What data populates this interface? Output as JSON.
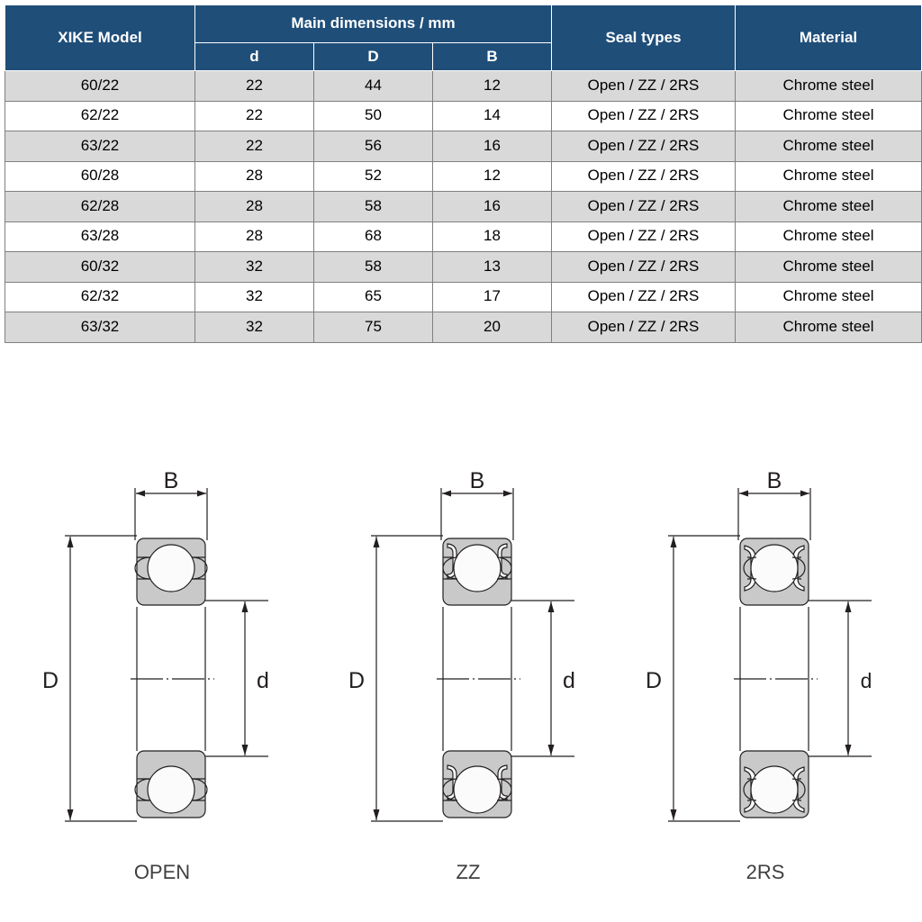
{
  "table": {
    "headers": {
      "model": "XIKE Model",
      "main_dimensions": "Main dimensions / mm",
      "d": "d",
      "D": "D",
      "B": "B",
      "seal_types": "Seal types",
      "material": "Material"
    },
    "header_bg": "#1f4e79",
    "header_fg": "#ffffff",
    "row_shade_bg": "#d9d9d9",
    "rows": [
      {
        "model": "60/22",
        "d": "22",
        "D": "44",
        "B": "12",
        "seal": "Open / ZZ / 2RS",
        "material": "Chrome steel"
      },
      {
        "model": "62/22",
        "d": "22",
        "D": "50",
        "B": "14",
        "seal": "Open / ZZ / 2RS",
        "material": "Chrome steel"
      },
      {
        "model": "63/22",
        "d": "22",
        "D": "56",
        "B": "16",
        "seal": "Open / ZZ / 2RS",
        "material": "Chrome steel"
      },
      {
        "model": "60/28",
        "d": "28",
        "D": "52",
        "B": "12",
        "seal": "Open / ZZ / 2RS",
        "material": "Chrome steel"
      },
      {
        "model": "62/28",
        "d": "28",
        "D": "58",
        "B": "16",
        "seal": "Open / ZZ / 2RS",
        "material": "Chrome steel"
      },
      {
        "model": "63/28",
        "d": "28",
        "D": "68",
        "B": "18",
        "seal": "Open / ZZ / 2RS",
        "material": "Chrome steel"
      },
      {
        "model": "60/32",
        "d": "32",
        "D": "58",
        "B": "13",
        "seal": "Open / ZZ / 2RS",
        "material": "Chrome steel"
      },
      {
        "model": "62/32",
        "d": "32",
        "D": "65",
        "B": "17",
        "seal": "Open / ZZ / 2RS",
        "material": "Chrome steel"
      },
      {
        "model": "63/32",
        "d": "32",
        "D": "75",
        "B": "20",
        "seal": "Open / ZZ / 2RS",
        "material": "Chrome steel"
      }
    ]
  },
  "figures": {
    "dimension_labels": {
      "B": "B",
      "D": "D",
      "d": "d"
    },
    "items": [
      {
        "caption": "OPEN",
        "seal_style": "open"
      },
      {
        "caption": "ZZ",
        "seal_style": "shield"
      },
      {
        "caption": "2RS",
        "seal_style": "rubber-seal"
      }
    ]
  },
  "colors": {
    "ring_fill": "#c9c9c9",
    "ball_fill": "#fbfbfb",
    "line": "#231f20",
    "caption_text": "#3f3f3f"
  }
}
